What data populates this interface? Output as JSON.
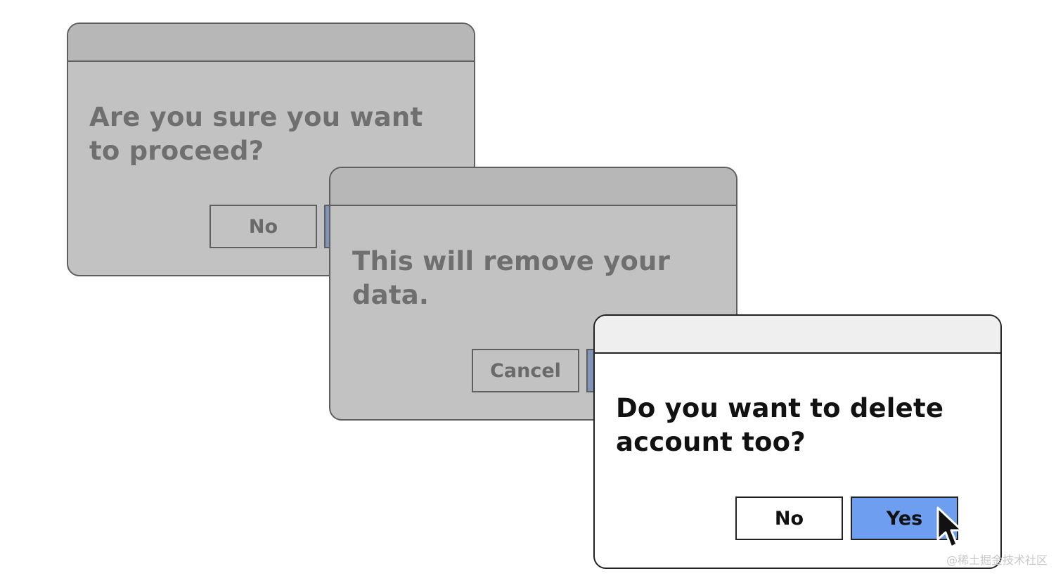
{
  "dialogs": [
    {
      "message_line1": "Are you sure you want",
      "message_line2": "to proceed?",
      "buttons": {
        "secondary": "No",
        "primary": ""
      },
      "state": "inactive"
    },
    {
      "message_line1": "This will remove your",
      "message_line2": "data.",
      "buttons": {
        "secondary": "Cancel",
        "primary": ""
      },
      "state": "inactive"
    },
    {
      "message_line1": "Do you want to delete",
      "message_line2": "account too?",
      "buttons": {
        "secondary": "No",
        "primary": "Yes"
      },
      "state": "active"
    }
  ],
  "cursor": {
    "icon": "mouse-pointer-icon"
  },
  "watermark": "@稀土掘金技术社区",
  "colors": {
    "inactive_bg": "#c2c2c2",
    "active_bg": "#ffffff",
    "primary_button_active": "#6d9ef0",
    "primary_button_inactive": "#7f94b7"
  }
}
